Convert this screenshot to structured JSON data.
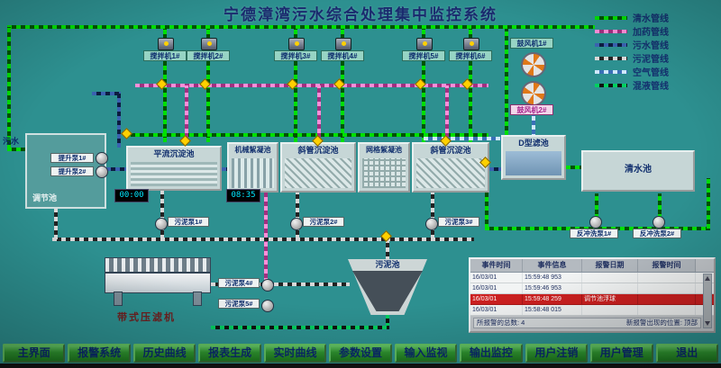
{
  "title": "宁德漳湾污水综合处理集中监控系统",
  "legend": {
    "items": [
      {
        "label": "清水管线",
        "color": "#00e000"
      },
      {
        "label": "加药管线",
        "color": "#ff8fd8"
      },
      {
        "label": "污水管线",
        "color": "#3a62b0"
      },
      {
        "label": "污泥管线",
        "color": "#d8d8d8"
      },
      {
        "label": "空气管线",
        "color": "#cfe8ff"
      },
      {
        "label": "混液管线",
        "color": "#00d060"
      }
    ]
  },
  "diagram": {
    "inflow_label": "污水",
    "timer1": "00:00",
    "timer2": "08:35",
    "tanks": {
      "regulation": "调节池",
      "horizontal_sed": "平流沉淀池",
      "mech_floc": "机械絮凝池",
      "inclined_sed_1": "斜管沉淀池",
      "grid_floc": "网格絮凝池",
      "inclined_sed_2": "斜管沉淀池",
      "d_filter": "D型滤池",
      "clear_water": "清水池",
      "sludge_tank": "污泥池",
      "belt_press": "带式压滤机"
    },
    "mixers": [
      "搅拌机1#",
      "搅拌机2#",
      "搅拌机3#",
      "搅拌机4#",
      "搅拌机5#",
      "搅拌机6#"
    ],
    "blowers": [
      "鼓风机1#",
      "鼓风机2#"
    ],
    "lift_pumps": [
      "提升泵1#",
      "提升泵2#"
    ],
    "sludge_pumps": [
      "污泥泵1#",
      "污泥泵2#",
      "污泥泵3#",
      "污泥泵4#",
      "污泥泵5#"
    ],
    "backwash_pumps": [
      "反冲洗泵1#",
      "反冲洗泵2#"
    ]
  },
  "alarms": {
    "headers": [
      "事件时间",
      "事件信息",
      "报警日期",
      "报警时间"
    ],
    "rows": [
      [
        "16/03/01",
        "15:59:48 953",
        "",
        ""
      ],
      [
        "16/03/01",
        "15:59:46 953",
        "",
        ""
      ],
      [
        "16/03/01",
        "15:59:48 259",
        "调节池浮球",
        ""
      ],
      [
        "16/03/01",
        "15:58:48 015",
        "",
        ""
      ]
    ],
    "summary_total": "所报警的总数: 4",
    "summary_position": "新报警出现的位置: 顶部"
  },
  "nav": [
    "主界面",
    "报警系统",
    "历史曲线",
    "报表生成",
    "实时曲线",
    "参数设置",
    "输入监视",
    "输出监控",
    "用户注销",
    "用户管理",
    "退出"
  ],
  "icons": {
    "mixer": "motor-icon",
    "blower": "fan-icon",
    "pump": "pump-icon",
    "valve": "valve-icon",
    "scroll_up": "triangle-up-icon",
    "scroll_down": "triangle-down-icon"
  },
  "colors": {
    "background": "#2d9090",
    "title_text": "#1a2a6e",
    "button_green": "#2f9530",
    "alarm_red": "#cc2020",
    "timer_digits": "#00e8ff"
  }
}
